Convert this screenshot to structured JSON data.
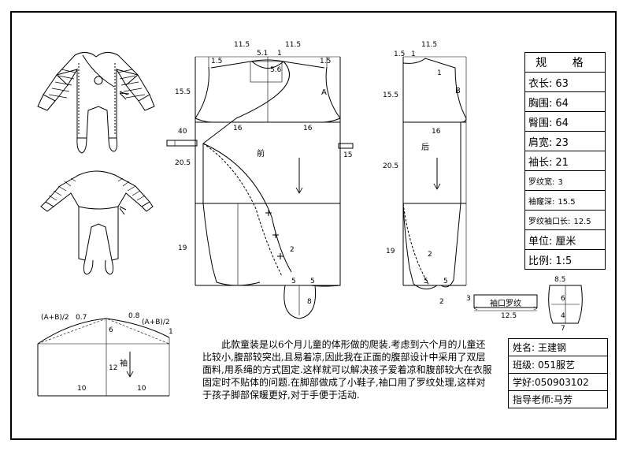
{
  "labels": {
    "front": "前",
    "back": "后",
    "sleeve": "袖",
    "piece_a": "A",
    "piece_b": "B",
    "cuff_rib_label": "袖口罗纹"
  },
  "dimensions": {
    "front_top_11_5_left": "11.5",
    "front_top_11_5_right": "11.5",
    "front_neck_5_1": "5.1",
    "front_neck_1": "1",
    "front_neck_5_6": "5.6",
    "front_shoulder_1_5_left": "1.5",
    "front_shoulder_1_5_right": "1.5",
    "front_height_15_5": "15.5",
    "front_chest_16_left": "16",
    "front_chest_16_right": "16",
    "front_ext_40": "40",
    "front_ext_15": "15",
    "front_height_20_5": "20.5",
    "front_height_19": "19",
    "front_foot_5_left": "5",
    "front_foot_5_right": "5",
    "front_foot_2": "2",
    "front_foot_8": "8",
    "back_top_11_5": "11.5",
    "back_neck_1_5": "1.5",
    "back_neck_1": "1",
    "back_shoulder_1": "1",
    "back_height_15_5": "15.5",
    "back_chest_16": "16",
    "back_height_20_5": "20.5",
    "back_height_19": "19",
    "back_leg_2": "2",
    "back_foot_5_left": "5",
    "back_foot_5_right": "5",
    "back_foot_2": "2",
    "cuff_width_12_5": "12.5",
    "cuff_height_3": "3",
    "shoe_top_8_5": "8.5",
    "shoe_6": "6",
    "shoe_4": "4",
    "shoe_bottom_7": "7",
    "sleeve_cap_left": "(A+B)/2",
    "sleeve_cap_left_extra": "0.7",
    "sleeve_cap_right_extra": "0.8",
    "sleeve_cap_right": "(A+B)/2",
    "sleeve_cap_1": "1",
    "sleeve_cap_height_6": "6",
    "sleeve_length_12": "12",
    "sleeve_bottom_10_left": "10",
    "sleeve_bottom_10_right": "10"
  },
  "spec_table": {
    "title": "规  格",
    "rows": [
      {
        "label": "衣长:",
        "value": "63"
      },
      {
        "label": "胸围:",
        "value": "64"
      },
      {
        "label": "臀围:",
        "value": "64"
      },
      {
        "label": "肩宽:",
        "value": "23"
      },
      {
        "label": "袖长:",
        "value": "21"
      },
      {
        "label": "罗纹宽:",
        "value": "3"
      },
      {
        "label": "袖窿深:",
        "value": "15.5"
      },
      {
        "label": "罗纹袖口长:",
        "value": "12.5"
      },
      {
        "label": "单位:",
        "value": "厘米"
      },
      {
        "label": "比例:",
        "value": "1:5"
      }
    ]
  },
  "description": "此款童装是以6个月儿童的体形做的爬装.考虑到六个月的儿童还比较小,腹部较突出,且易着凉,因此我在正面的腹部设计中采用了双层面料,用系绳的方式固定.这样就可以解决孩子爱着凉和腹部较大在衣服固定时不贴体的问题.在脚部做成了小鞋子,袖口用了罗纹处理,这样对于孩子脚部保暖更好,对于手便于活动.",
  "info": {
    "name_label": "姓名:",
    "name_value": "王建钢",
    "class_label": "班级:",
    "class_value": "051服艺",
    "id_label": "学好:",
    "id_value": "050903102",
    "teacher_label": "指导老师:",
    "teacher_value": "马芳"
  }
}
